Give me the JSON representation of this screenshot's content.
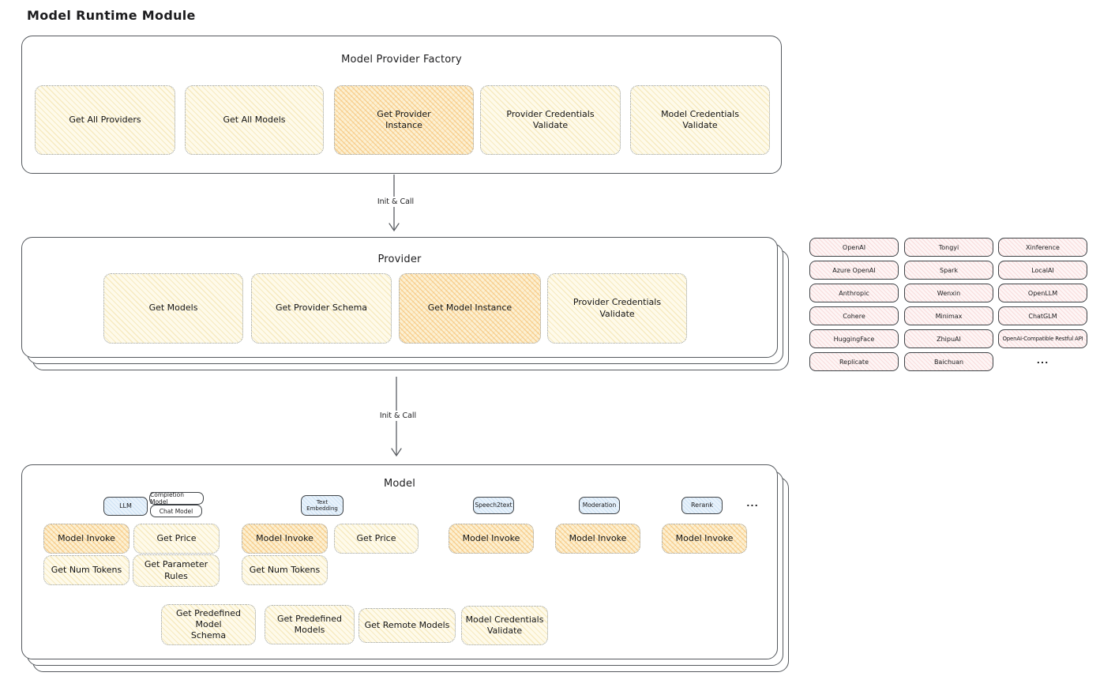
{
  "title": "Model Runtime Module",
  "init_call_label": "Init & Call",
  "factory": {
    "title": "Model Provider Factory",
    "items": [
      {
        "label": "Get All Providers",
        "highlighted": false
      },
      {
        "label": "Get All Models",
        "highlighted": false
      },
      {
        "label": "Get Provider\nInstance",
        "highlighted": true
      },
      {
        "label": "Provider Credentials\nValidate",
        "highlighted": false
      },
      {
        "label": "Model Credentials\nValidate",
        "highlighted": false
      }
    ]
  },
  "provider": {
    "title": "Provider",
    "items": [
      {
        "label": "Get Models",
        "highlighted": false
      },
      {
        "label": "Get Provider Schema",
        "highlighted": false
      },
      {
        "label": "Get Model Instance",
        "highlighted": true
      },
      {
        "label": "Provider Credentials\nValidate",
        "highlighted": false
      }
    ]
  },
  "providers_grid": {
    "col1": [
      "OpenAI",
      "Azure OpenAI",
      "Anthropic",
      "Cohere",
      "HuggingFace",
      "Replicate"
    ],
    "col2": [
      "Tongyi",
      "Spark",
      "Wenxin",
      "Minimax",
      "ZhipuAI",
      "Baichuan"
    ],
    "col3": [
      "Xinference",
      "LocalAI",
      "OpenLLM",
      "ChatGLM",
      "OpenAI-Compatible Restful API"
    ],
    "more": "..."
  },
  "model": {
    "title": "Model",
    "tags": {
      "llm": "LLM",
      "completion": "Completion Model",
      "chat": "Chat Model",
      "text_embedding": "Text\nEmbedding",
      "speech2text": "Speech2text",
      "moderation": "Moderation",
      "rerank": "Rerank",
      "more": "..."
    },
    "functions": {
      "model_invoke": "Model Invoke",
      "get_price": "Get Price",
      "get_num_tokens": "Get Num Tokens",
      "get_parameter_rules": "Get Parameter\nRules",
      "get_predefined_model_schema": "Get Predefined Model\nSchema",
      "get_predefined_models": "Get Predefined\nModels",
      "get_remote_models": "Get Remote Models",
      "model_credentials_validate": "Model Credentials\nValidate"
    }
  },
  "colors": {
    "yellow_fill": "#fefaea",
    "orange_fill": "#fbdda8",
    "pink_fill": "#fdf5f5",
    "blue_fill": "#e8f2fb",
    "box_border": "#55595e",
    "dotted_border": "#98a0a8",
    "text": "#1c1c1e"
  }
}
